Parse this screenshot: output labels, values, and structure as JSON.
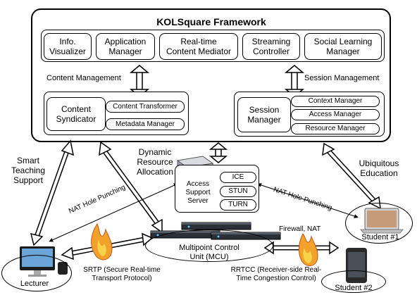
{
  "framework": {
    "title": "KOLSquare Framework",
    "modules": [
      {
        "label": "Info.\nVisualizer"
      },
      {
        "label": "Application\nManager"
      },
      {
        "label": "Real-time\nContent Mediator"
      },
      {
        "label": "Streaming\nController"
      },
      {
        "label": "Social Learning\nManager"
      }
    ],
    "content_management_label": "Content Management",
    "session_management_label": "Session Management",
    "content_syndicator": {
      "label": "Content\nSyndicator",
      "items": [
        "Content Transformer",
        "Metadata Manager"
      ]
    },
    "session_manager": {
      "label": "Session\nManager",
      "items": [
        "Context Manager",
        "Access Manager",
        "Resource Manager"
      ]
    }
  },
  "access_support": {
    "label": "Access\nSupport\nServer",
    "items": [
      "ICE",
      "STUN",
      "TURN"
    ]
  },
  "labels": {
    "smart_teaching": "Smart\nTeaching\nSupport",
    "dynamic_resource": "Dynamic\nResource\nAllocation",
    "ubiquitous": "Ubiquitous\nEducation",
    "nat_left": "NAT Hole Punching",
    "nat_right": "NAT Hole Punching",
    "firewall": "Firewall, NAT",
    "srtp": "SRTP (Secure Real-time\nTransport Protocol)",
    "rrtcc": "RRTCC (Receiver-side Real-\nTime Congestion Control)"
  },
  "nodes": {
    "lecturer": "Lecturer",
    "mcu": "Multipoint Control\nUnit (MCU)",
    "student1": "Student #1",
    "student2": "Student #2"
  }
}
